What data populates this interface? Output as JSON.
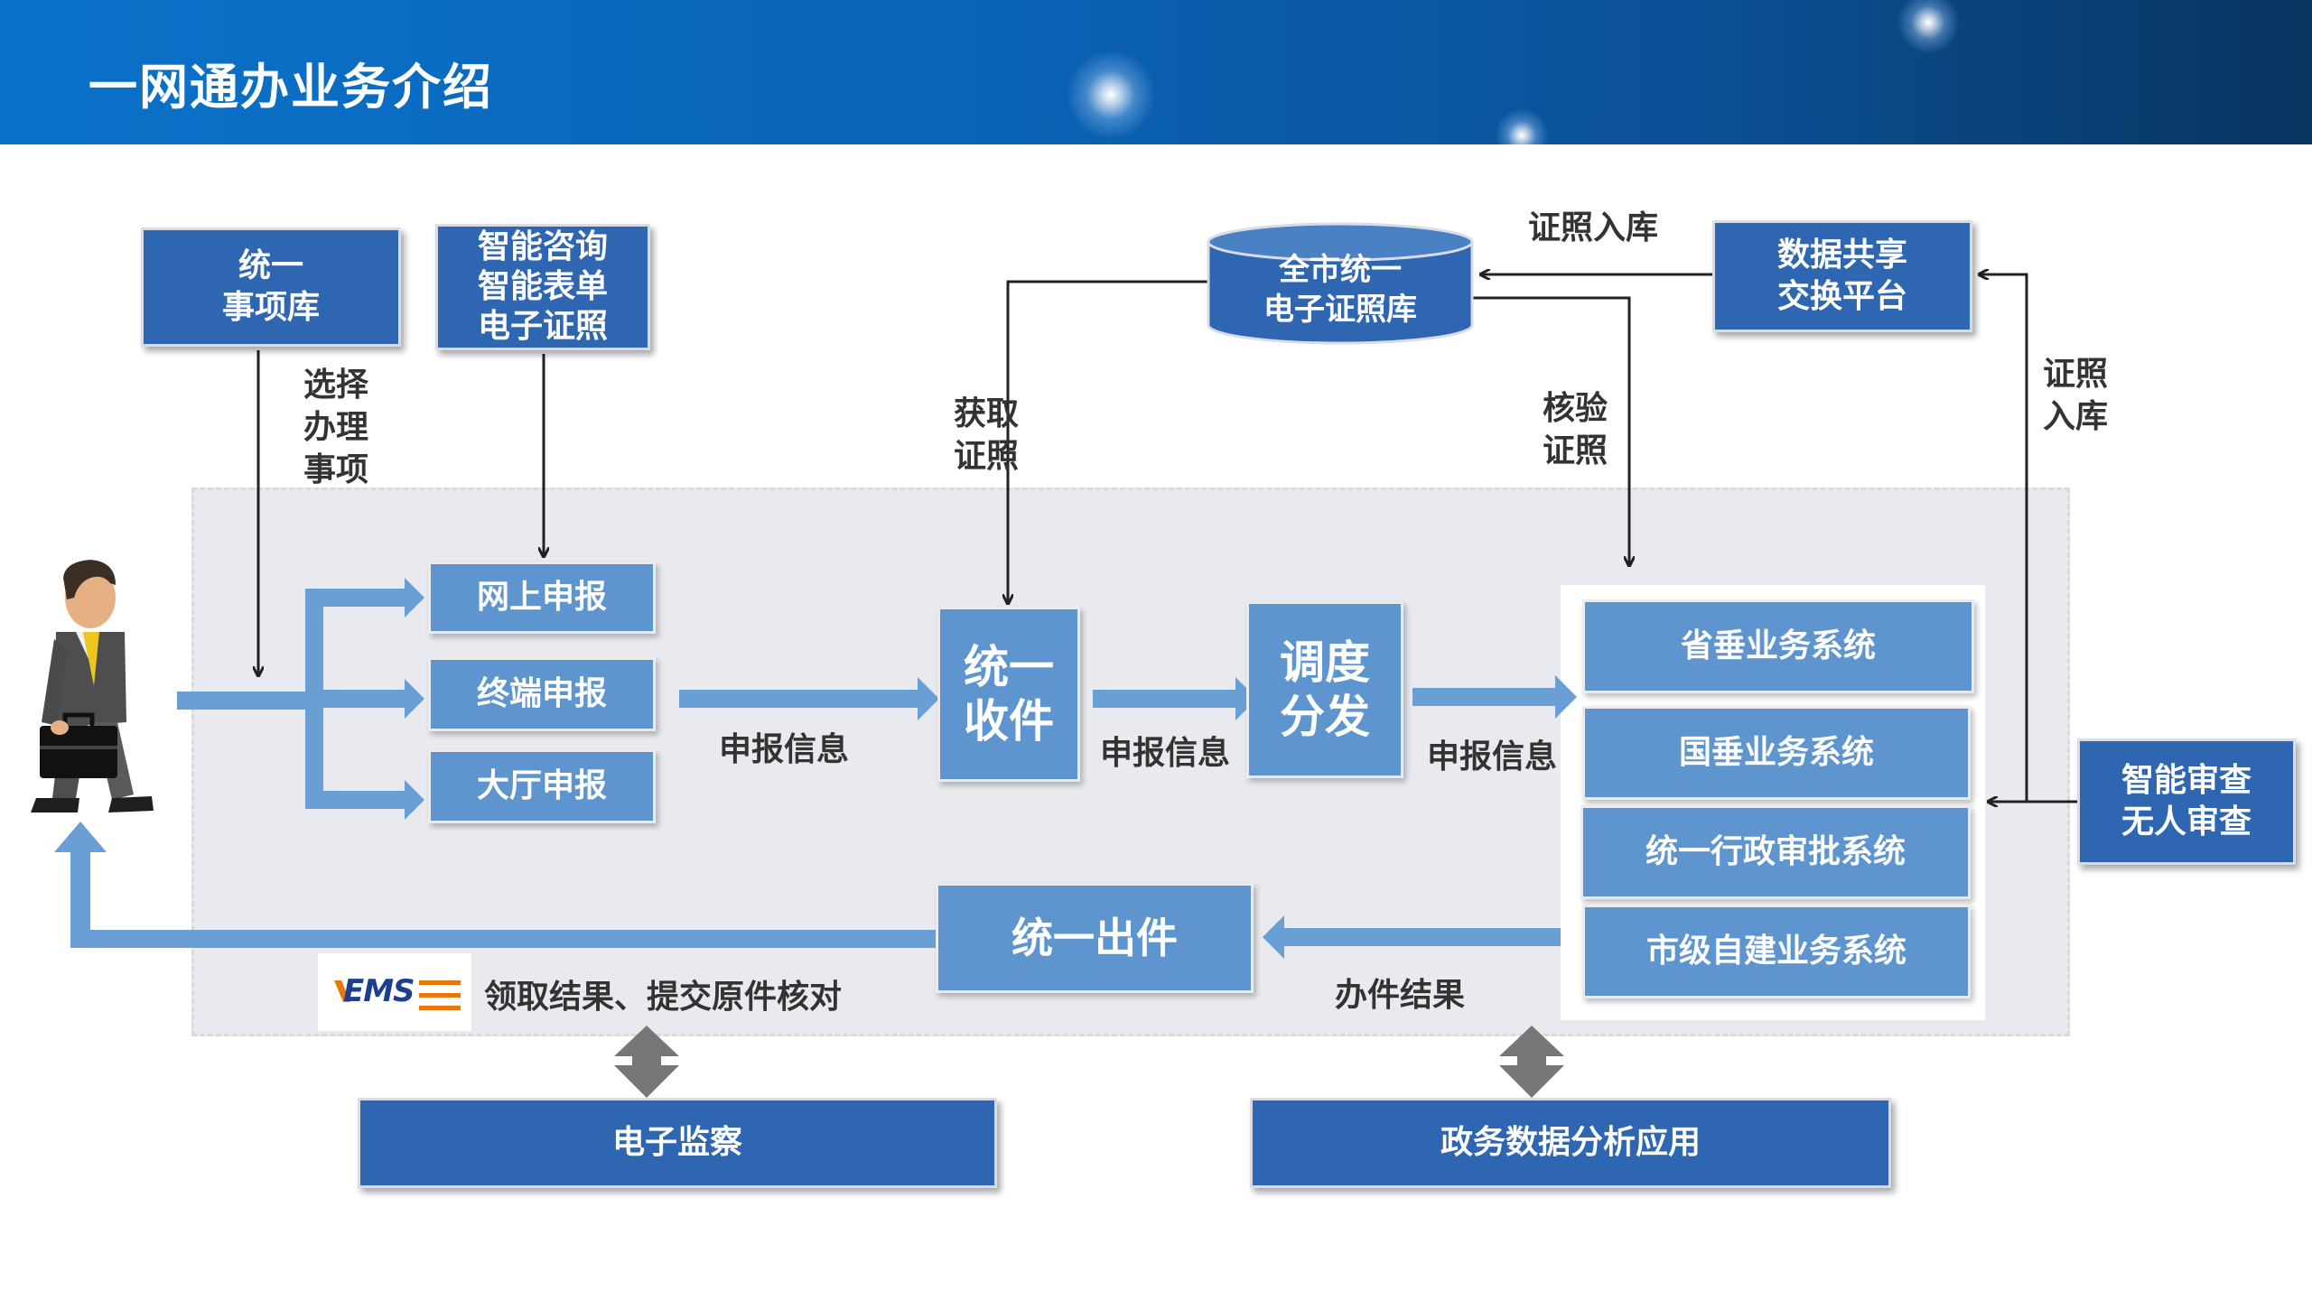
{
  "header": {
    "title": "一网通办业务介绍"
  },
  "top": {
    "matter_library": [
      "统一",
      "事项库"
    ],
    "smart_services": [
      "智能咨询",
      "智能表单",
      "电子证照"
    ],
    "cert_db": [
      "全市统一",
      "电子证照库"
    ],
    "data_platform": [
      "数据共享",
      "交换平台"
    ]
  },
  "channels": {
    "online": "网上申报",
    "terminal": "终端申报",
    "hall": "大厅申报"
  },
  "process": {
    "receive": [
      "统一",
      "收件"
    ],
    "dispatch": [
      "调度",
      "分发"
    ],
    "output": "统一出件"
  },
  "systems": [
    "省垂业务系统",
    "国垂业务系统",
    "统一行政审批系统",
    "市级自建业务系统"
  ],
  "review": [
    "智能审查",
    "无人审查"
  ],
  "labels": {
    "select_matter": [
      "选择",
      "办理",
      "事项"
    ],
    "get_cert": [
      "获取",
      "证照"
    ],
    "verify_cert": [
      "核验",
      "证照"
    ],
    "cert_in_top": "证照入库",
    "cert_in_right": [
      "证照",
      "入库"
    ],
    "apply_info_1": "申报信息",
    "apply_info_2": "申报信息",
    "apply_info_3": "申报信息",
    "result": "办件结果",
    "pickup": "领取结果、提交原件核对"
  },
  "ems_logo": "EMS",
  "bottom": {
    "supervision": "电子监察",
    "analysis": "政务数据分析应用"
  },
  "colors": {
    "header_start": "#0a72c9",
    "header_end": "#08345f",
    "box_dark": "#2e66b1",
    "box_light": "#5e95cf",
    "arrow_blue": "#6a9fd6",
    "panel": "#e8eaef",
    "double_arrow": "#777777"
  },
  "icons": {
    "person": "businessman-with-briefcase-icon",
    "double_arrow": "up-down-arrow-icon"
  }
}
